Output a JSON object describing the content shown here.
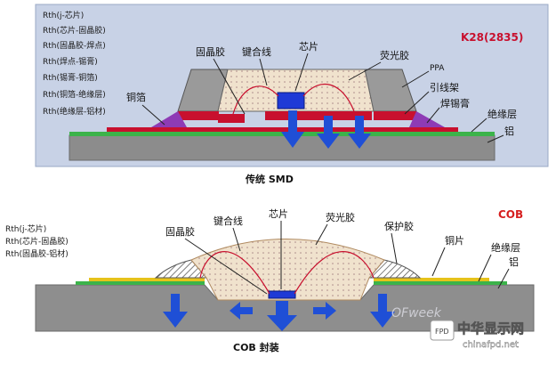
{
  "top_diagram": {
    "rth_list": [
      "Rth(j-芯片)",
      "Rth(芯片-固晶胶)",
      "Rth(固晶胶-焊点)",
      "Rth(焊点-锡膏)",
      "Rth(锡膏-铜箔)",
      "Rth(铜箔-绝缘层)",
      "Rth(绝缘层-铝材)"
    ],
    "badge": "K28(2835)",
    "labels": {
      "die_attach": "固晶胶",
      "bond_wire": "键合线",
      "chip": "芯片",
      "phosphor": "荧光胶",
      "ppa": "PPA",
      "lead_frame": "引线架",
      "solder_paste": "焊锡膏",
      "insulation": "绝缘层",
      "aluminum": "铝",
      "copper_foil": "铜箔"
    },
    "caption": "传统 SMD"
  },
  "bottom_diagram": {
    "rth_list": [
      "Rth(j-芯片)",
      "Rth(芯片-固晶胶)",
      "Rth(固晶胶-铝材)"
    ],
    "badge": "COB",
    "labels": {
      "die_attach": "固晶胶",
      "bond_wire": "键合线",
      "chip": "芯片",
      "phosphor": "荧光胶",
      "protect_glue": "保护胶",
      "copper": "铜片",
      "insulation": "绝缘层",
      "aluminum": "铝"
    },
    "caption": "COB 封装"
  },
  "watermarks": {
    "ofweek": "OFweek",
    "cn_logo": "中华显示网",
    "cn_url": "chinafpd.net"
  },
  "colors": {
    "top_panel_bg": "#c8d2e6",
    "substrate": "#8e8e8e",
    "insulation": "#3cb34a",
    "copper": "#c8102e",
    "arrow": "#1f4fd6",
    "cob_badge": "#d61f1f",
    "k28_badge": "#c8102e",
    "phosphor_fill": "#f3e7d2",
    "copper_pad": "#e6c21a"
  }
}
